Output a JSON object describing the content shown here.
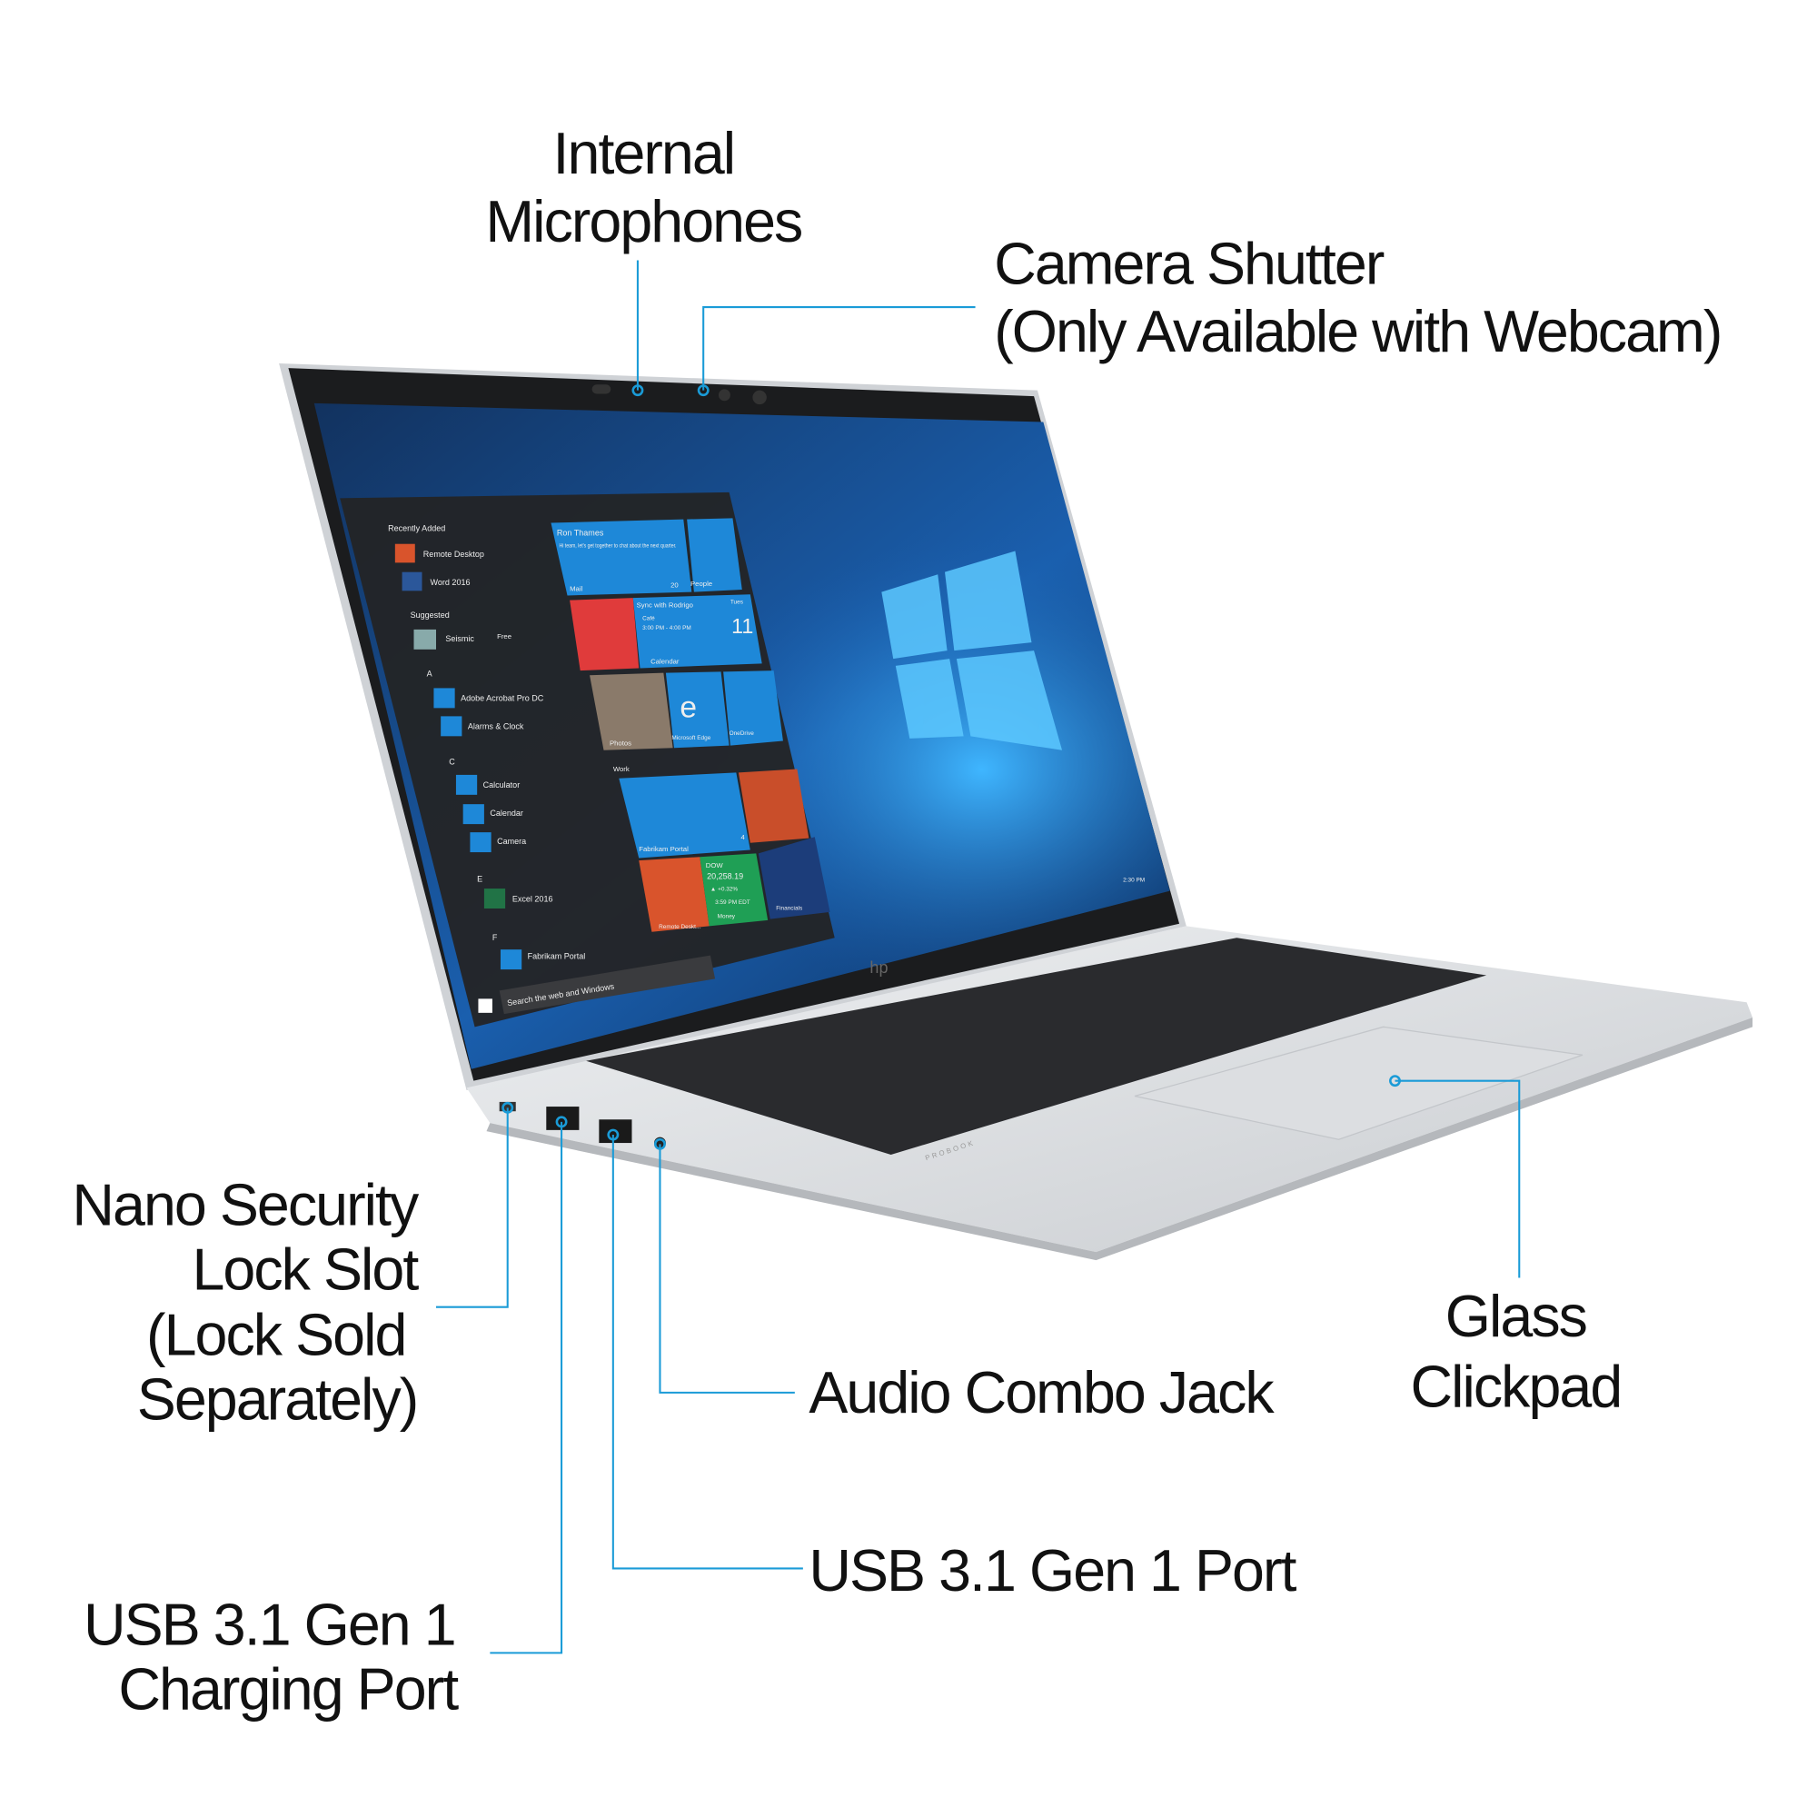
{
  "accent_color": "#1a9bd7",
  "callouts": {
    "microphones": [
      "Internal",
      "Microphones"
    ],
    "camera_shutter": [
      "Camera Shutter",
      "(Only Available with Webcam)"
    ],
    "lock_slot": [
      "Nano Security",
      "Lock Slot",
      "(Lock Sold",
      "Separately)"
    ],
    "audio_jack": "Audio Combo Jack",
    "clickpad": [
      "Glass",
      "Clickpad"
    ],
    "usb_port": "USB 3.1 Gen 1 Port",
    "usb_charging": [
      "USB 3.1 Gen 1",
      "Charging Port"
    ]
  },
  "screen": {
    "start_menu": {
      "recently_added": "Recently Added",
      "recent_items": [
        "Remote Desktop",
        "Word 2016"
      ],
      "suggested": "Suggested",
      "suggested_app": "Seismic",
      "suggested_price": "Free",
      "groups": [
        {
          "letter": "A",
          "items": [
            "Adobe Acrobat Pro DC",
            "Alarms & Clock"
          ]
        },
        {
          "letter": "C",
          "items": [
            "Calculator",
            "Calendar",
            "Camera"
          ]
        },
        {
          "letter": "E",
          "items": [
            "Excel 2016"
          ]
        },
        {
          "letter": "F",
          "items": [
            "Fabrikam Portal"
          ]
        }
      ],
      "search_placeholder": "Search the web and Windows"
    },
    "tiles": {
      "mail_sender": "Ron Thames",
      "mail_preview": "Hi team, let's get together to chat about the next quarter.",
      "mail_label": "Mail",
      "mail_count": "20",
      "people": "People",
      "calendar_event": "Sync with Rodrigo",
      "calendar_place": "Café",
      "calendar_time": "3:00 PM - 4:00 PM",
      "calendar_day": "Tues",
      "calendar_date": "11",
      "calendar_label": "Calendar",
      "photos": "Photos",
      "edge": "Microsoft Edge",
      "onedrive": "OneDrive",
      "work_group": "Work",
      "fabrikam": "Fabrikam Portal",
      "fabrikam_count": "4",
      "remote": "Remote Deskt...",
      "money_index": "DOW",
      "money_value": "20,258.19",
      "money_change": "▲ +0.32%",
      "money_time": "3:59 PM EDT",
      "money_label": "Money",
      "financials": "Financials"
    },
    "clock": "2:30 PM"
  },
  "laptop": {
    "brand_logo": "hp",
    "model_text": "PROBOOK"
  }
}
